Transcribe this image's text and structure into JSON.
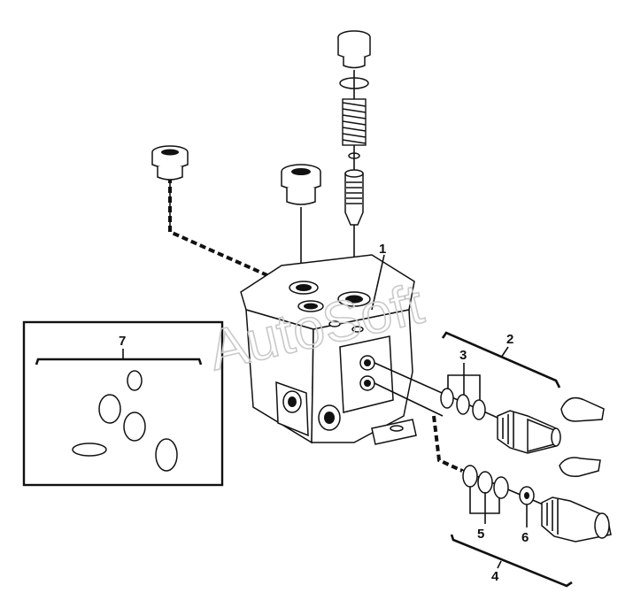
{
  "watermark": "AutoSoft",
  "callouts": {
    "c1": "1",
    "c2": "2",
    "c3": "3",
    "c4": "4",
    "c5": "5",
    "c6": "6",
    "c7": "7"
  },
  "colors": {
    "ink": "#111111",
    "background": "#ffffff",
    "watermark": "#c9c9c9"
  }
}
